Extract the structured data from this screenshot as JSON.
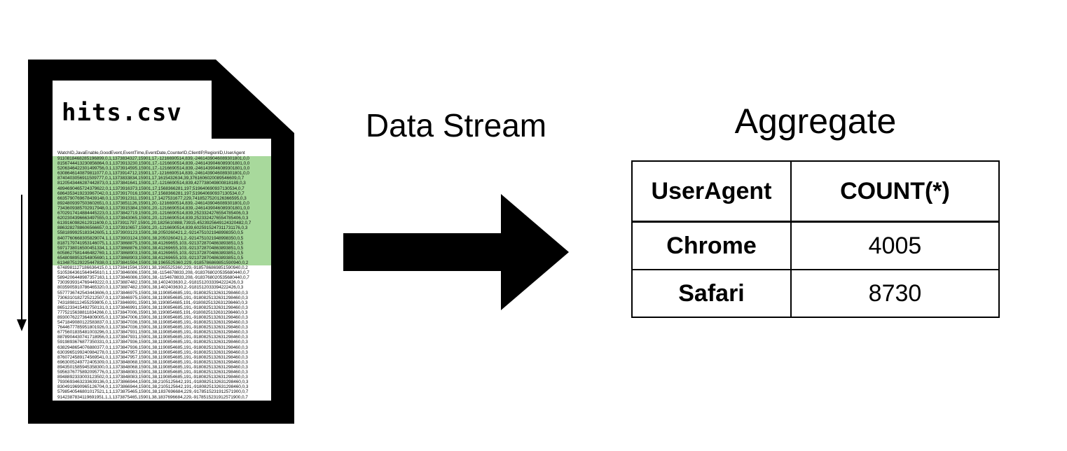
{
  "file_card": {
    "filename": "hits.csv",
    "csv_header": "WatchID,JavaEnable,GoodEvent,EventTime,EventDate,CounterID,ClientIP,RegionID,UserAgent",
    "highlighted_rows": [
      "9110818468285196899,0,1,1373834327,15901,17,-1216690514,839,-2461439046089301801,0,0",
      "8156744413230856864,0,1,1373913230,15901,17,-1216690514,839,-2461439046089301801,0,0",
      "5206346422301499756,0,1,1373914595,15901,17,-1216690514,839,-2461439046089301801,0,0",
      "6308646140879811077,0,1,1373914712,15901,17,-1216690514,839,-2461439046089301801,0,0",
      "8740403056911509777,0,1,1373833834,15901,17,1615432634,39,3761606020089546609,0,7",
      "8120543446287442873,0,1,1373841641,15901,17,-1216690514,839,427738049800818189,0,3",
      "4894690465724379622,0,1,1373916373,15901,17,1568366281,197,519640690937130534,0,7",
      "6864353419233967042,0,1,1373917016,15901,17,1568366281,197,519640690937130534,0,7",
      "6635790769678439148,0,1,1373912311,15901,17,1427531677,229,7418527520126366595,0,3",
      "8924809397503602651,0,1,1373851126,15901,20,-1216690514,839,-2461439046089301801,0,0",
      "7343609385702917948,0,1,1373915384,15901,20,-1216690514,839,-2461439046089301801,0,0",
      "6702917414884445223,0,1,1373842719,15901,20,-1216690514,839,2523324276554785406,0,3",
      "6202304396663497555,0,1,1373843065,15901,20,-1216690514,839,2523324276554785406,0,3",
      "6139160982612911609,0,1,1373911797,15901,20,1825610888,73915,4523925649124320482,0,7",
      "8863282788606566657,0,1,1373910657,15901,20,-1216690514,839,6025915247311731176,0,3",
      "5581899925183342605,1,1,1373903123,15901,38,2050260421,2,-9214751021948998350,0,5",
      "8407760668305829074,1,1,1373903124,15901,38,2050260421,2,-9214751021948998350,0,5",
      "8187179741953146075,1,1,1373868875,15901,38,41269655,103,-9213728704863893851,0,5",
      "5971738016500451334,1,1,1373868876,15901,38,41269655,103,-9213728704863893851,0,5",
      "6058627581446482769,1,1,1373868903,15901,38,41269655,103,-9213728704863893851,0,5",
      "6548098953254805690,1,1,1373868903,15901,38,41269655,103,-9213728704863893851,0,5",
      "6134875129225447838,0,1,1373841594,15901,38,1965525360,229,-9185786869851590940,0,2"
    ],
    "plain_rows": [
      "6748981127186636415,0,1,1373841594,15901,38,1965525360,229,-9185786869851590940,0,2",
      "5105364361564945610,1,1,1373846086,15901,38,-1154678833,208,-9183768020535680440,0,7",
      "5894206448987357163,1,1,1373846086,15901,38,-1154678833,208,-9183768020535680440,0,7",
      "7303939314769449222,0,1,1373887482,15901,38,1402403630,2,-9181512033394222426,0,3",
      "8035905910786465320,0,1,1373887482,15901,38,1402403630,2,-9181512033394222426,0,3",
      "5577736742543443606,0,1,1373846975,15901,38,1190854685,191,-9180825132631298460,0,3",
      "7306310182725212507,0,1,1373846975,15901,38,1190854685,191,-9180825132631298460,0,3",
      "7431898112455259805,0,1,1373846991,15901,38,1190854685,191,-9180825132631298460,0,3",
      "8651233415492750131,0,1,1373846991,15901,38,1190854685,191,-9180825132631298460,0,3",
      "7775215638811834266,0,1,1373847006,15901,38,1190854685,191,-9180825132631298460,0,3",
      "8930076227364809005,0,1,1373847006,15901,38,1190854685,191,-9180825132631298460,0,3",
      "5471849080122583837,0,1,1373847036,15901,38,1190854685,191,-9180825132631298460,0,3",
      "7644677785951801926,0,1,1373847036,15901,38,1190854685,191,-9180825132631298460,0,3",
      "6775601835481003296,0,1,1373847931,15901,38,1190854685,191,-9180825132631298460,0,3",
      "8878904430741718956,0,1,1373847931,15901,38,1190854685,191,-9180825132631298460,0,3",
      "5919893676877350331,0,1,1373847936,15901,38,1190854685,191,-9180825132631298460,0,3",
      "6382948654076880377,0,1,1373847936,15901,38,1190854685,191,-9180825132631298460,0,3",
      "6303965199240984278,0,1,1373847957,15901,38,1190854685,191,-9180825132631298460,0,3",
      "8760724589174569541,0,1,1373847957,15901,38,1190854685,191,-9180825132631298460,0,3",
      "6963005249772405309,0,1,1373848068,15901,38,1190854685,191,-9180825132631298460,0,3",
      "8943501585945358300,0,1,1373848068,15901,38,1190854685,191,-9180825132631298460,0,3",
      "5956376775892095776,0,1,1373848083,15901,38,1190854685,191,-9180825132631298460,0,3",
      "8948892333003123502,0,1,1373848083,15901,38,1190854685,191,-9180825132631298460,0,3",
      "7930693463233639136,0,1,1373866944,15901,38,2105125642,191,-9180825132631298460,0,3",
      "8304919690965126704,0,1,1373866944,15901,38,2105125642,191,-9180825132631298460,0,3",
      "5798540546801017521,1,1,1373875465,15901,38,1837696684,229,-9178515231912571900,0,7",
      "9142387834119691951,1,1,1373875465,15901,38,1837696684,229,-9178515231912571900,0,7"
    ],
    "highlight_color": "#a8d99c"
  },
  "flow": {
    "stream_label": "Data Stream"
  },
  "aggregate": {
    "title": "Aggregate",
    "table": {
      "columns": [
        "UserAgent",
        "COUNT(*)"
      ],
      "rows": [
        {
          "user_agent": "Chrome",
          "count": "4005"
        },
        {
          "user_agent": "Safari",
          "count": "8730"
        }
      ]
    }
  },
  "icons": {
    "file": "document-with-folded-corner-icon",
    "stream": "right-arrow-icon",
    "scroll": "down-arrow-icon"
  },
  "colors": {
    "ink": "#000000",
    "highlight_green": "#a8d99c",
    "background": "#ffffff"
  }
}
